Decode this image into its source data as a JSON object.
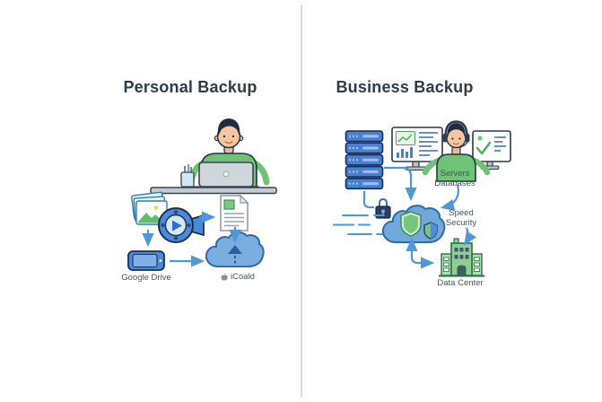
{
  "page": {
    "background_color": "#ffffff",
    "divider_color": "#dcdcdc"
  },
  "colors": {
    "arrow_blue": "#4e97d8",
    "cloud_blue_left": "#79aede",
    "cloud_blue_right": "#72a9dd",
    "cloud_outline": "#2d6ca8",
    "shirt_green": "#6fc276",
    "shield_green": "#77c57e",
    "building_green": "#8fcf96",
    "server_blue": "#4a80d2",
    "outline_navy": "#1c3050",
    "title_text": "#2e3b49",
    "label_text": "#49525c"
  },
  "left_panel": {
    "title": "Personal Backup",
    "labels": {
      "google_drive": "Google Drive",
      "icloud": "iCoald"
    },
    "icons": [
      "person-at-desk",
      "laptop-icon",
      "pen-cup-icon",
      "photos-stack-icon",
      "video-camera-icon",
      "document-icon",
      "phone-icon",
      "cloud-upload-icon",
      "apple-logo-icon"
    ]
  },
  "right_panel": {
    "title": "Business Backup",
    "labels": {
      "servers": "Servers",
      "databases": "Databases",
      "speed": "Speed",
      "security": "Security",
      "data_center": "Data Center"
    },
    "icons": [
      "server-rack-icon",
      "monitor-dashboard-icon",
      "support-person",
      "monitor-checklist-icon",
      "lock-icon",
      "cloud-icon",
      "shield-icon",
      "small-shield-icon",
      "speed-lines",
      "building-icon"
    ]
  }
}
